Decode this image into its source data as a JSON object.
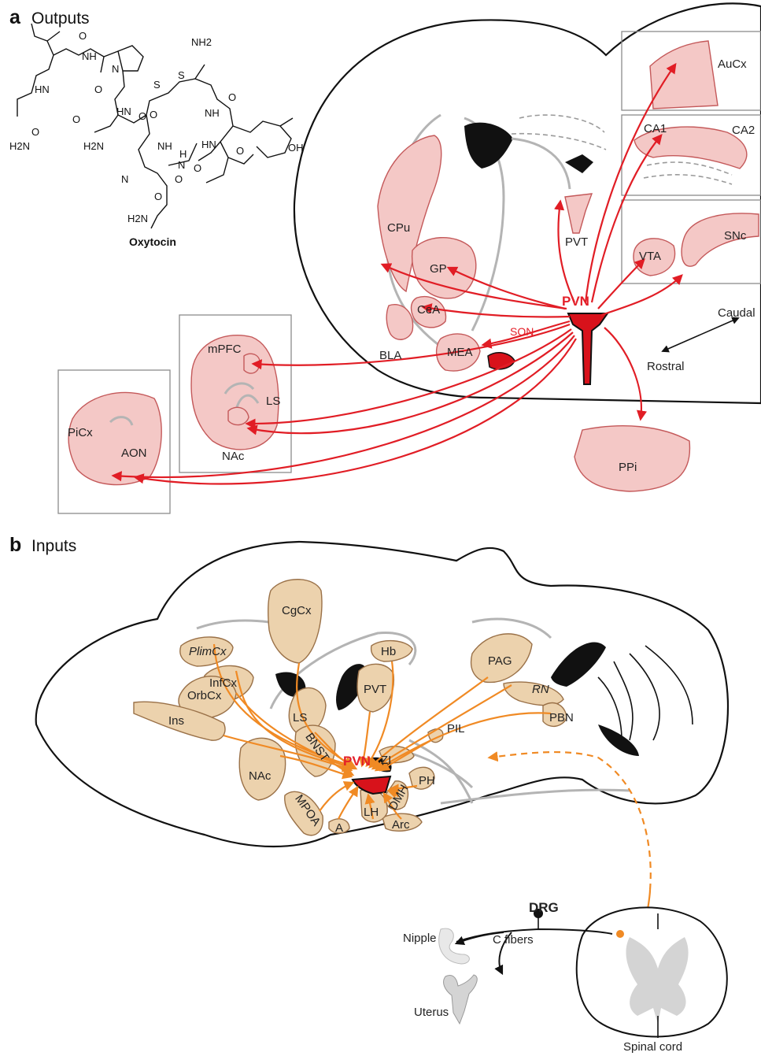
{
  "panel_a": {
    "letter": "a",
    "title": "Outputs"
  },
  "panel_b": {
    "letter": "b",
    "title": "Inputs"
  },
  "molecule": {
    "name": "Oxytocin",
    "atoms": [
      "NH2",
      "NH",
      "N",
      "O",
      "O",
      "HN",
      "S",
      "S",
      "HN",
      "NH",
      "O",
      "O",
      "H2N",
      "O",
      "O",
      "NH",
      "H",
      "N",
      "HN",
      "OH",
      "O",
      "N",
      "O",
      "H2N",
      "O",
      "O",
      "H2N",
      "O"
    ]
  },
  "outputs": {
    "source": "PVN",
    "secondary": "SON",
    "regions": {
      "cpu": "CPu",
      "gp": "GP",
      "pvt": "PVT",
      "cea": "CeA",
      "bla": "BLA",
      "mea": "MEA",
      "aucx": "AuCx",
      "ca1": "CA1",
      "ca2": "CA2",
      "vta": "VTA",
      "snc": "SNc",
      "ppi": "PPi",
      "mpfc": "mPFC",
      "ls": "LS",
      "nac": "NAc",
      "picx": "PiCx",
      "aon": "AON"
    },
    "axis": {
      "caudal": "Caudal",
      "rostral": "Rostral"
    }
  },
  "inputs": {
    "target": "PVN",
    "regions": {
      "cgcx": "CgCx",
      "plimcx": "PlimCx",
      "infcx": "InfCx",
      "orbcx": "OrbCx",
      "ins": "Ins",
      "ls": "LS",
      "pvt": "PVT",
      "hb": "Hb",
      "pag": "PAG",
      "rn": "RN",
      "pbn": "PBN",
      "pil": "PIL",
      "zi": "ZI",
      "ph": "PH",
      "dmh": "DMH",
      "arc": "Arc",
      "lh": "LH",
      "a": "A",
      "mpoa": "MPOA",
      "bnst": "BNST",
      "nac": "NAc"
    },
    "periphery": {
      "drg": "DRG",
      "c_fibers": "C fibers",
      "nipple": "Nipple",
      "uterus": "Uterus",
      "spinal_cord": "Spinal cord"
    }
  },
  "colors": {
    "output_arrow": "#e11d25",
    "input_arrow": "#f08a24",
    "output_region": "#f4c8c6",
    "input_region": "#ecd2ad",
    "pvn": "#d8121b"
  }
}
